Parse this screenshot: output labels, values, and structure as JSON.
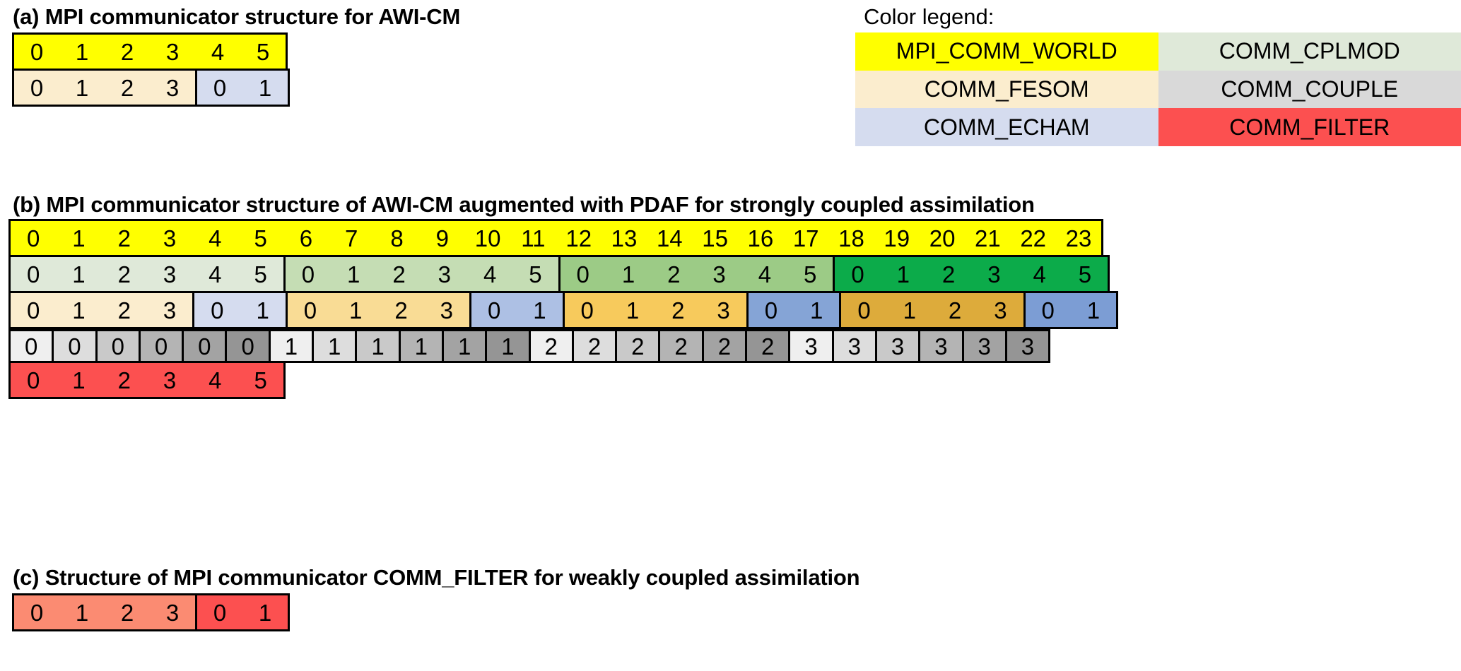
{
  "figure": {
    "panels": [
      {
        "id": "a",
        "title": "(a) MPI communicator structure for AWI-CM"
      },
      {
        "id": "b",
        "title": "(b) MPI communicator structure of AWI-CM augmented with PDAF for strongly coupled assimilation"
      },
      {
        "id": "c",
        "title": "(c) Structure of MPI communicator COMM_FILTER for weakly coupled assimilation"
      }
    ]
  },
  "legend": {
    "heading": "Color legend:",
    "entries": [
      {
        "name": "MPI_COMM_WORLD",
        "color": "#ffff00"
      },
      {
        "name": "COMM_CPLMOD",
        "color": "#dfe9d9"
      },
      {
        "name": "COMM_FESOM",
        "color": "#fbedce"
      },
      {
        "name": "COMM_COUPLE",
        "color": "#d9d9d9"
      },
      {
        "name": "COMM_ECHAM",
        "color": "#d5dcef"
      },
      {
        "name": "COMM_FILTER",
        "color": "#fc5050"
      }
    ]
  },
  "panel_a": {
    "rows": [
      {
        "communicator": "MPI_COMM_WORLD",
        "groups": [
          {
            "color": "#ffff00",
            "ranks": [
              "0",
              "1",
              "2",
              "3",
              "4",
              "5"
            ]
          }
        ]
      },
      {
        "communicator": "COMM_FESOM / COMM_ECHAM",
        "groups": [
          {
            "color": "#fbedce",
            "ranks": [
              "0",
              "1",
              "2",
              "3"
            ]
          },
          {
            "color": "#d5dcef",
            "ranks": [
              "0",
              "1"
            ]
          }
        ]
      }
    ]
  },
  "panel_b": {
    "rows": [
      {
        "communicator": "MPI_COMM_WORLD",
        "groups": [
          {
            "color": "#ffff00",
            "ranks": [
              "0",
              "1",
              "2",
              "3",
              "4",
              "5",
              "6",
              "7",
              "8",
              "9",
              "10",
              "11",
              "12",
              "13",
              "14",
              "15",
              "16",
              "17",
              "18",
              "19",
              "20",
              "21",
              "22",
              "23"
            ]
          }
        ]
      },
      {
        "communicator": "COMM_CPLMOD",
        "groups": [
          {
            "color": "#dfe9d9",
            "ranks": [
              "0",
              "1",
              "2",
              "3",
              "4",
              "5"
            ]
          },
          {
            "color": "#c5ddb4",
            "ranks": [
              "0",
              "1",
              "2",
              "3",
              "4",
              "5"
            ]
          },
          {
            "color": "#9ccb86",
            "ranks": [
              "0",
              "1",
              "2",
              "3",
              "4",
              "5"
            ]
          },
          {
            "color": "#0cab4a",
            "ranks": [
              "0",
              "1",
              "2",
              "3",
              "4",
              "5"
            ]
          }
        ]
      },
      {
        "communicator": "COMM_FESOM / COMM_ECHAM",
        "groups": [
          {
            "color": "#fbedce",
            "ranks": [
              "0",
              "1",
              "2",
              "3"
            ]
          },
          {
            "color": "#d5dcef",
            "ranks": [
              "0",
              "1"
            ]
          },
          {
            "color": "#f9dc95",
            "ranks": [
              "0",
              "1",
              "2",
              "3"
            ]
          },
          {
            "color": "#adc0e4",
            "ranks": [
              "0",
              "1"
            ]
          },
          {
            "color": "#f7ca5c",
            "ranks": [
              "0",
              "1",
              "2",
              "3"
            ]
          },
          {
            "color": "#85a4d6",
            "ranks": [
              "0",
              "1"
            ]
          },
          {
            "color": "#ddab3b",
            "ranks": [
              "0",
              "1",
              "2",
              "3"
            ]
          },
          {
            "color": "#7c9dd4",
            "ranks": [
              "0",
              "1"
            ]
          }
        ]
      },
      {
        "communicator": "COMM_COUPLE",
        "cells": [
          {
            "color": "#efefef",
            "value": "0"
          },
          {
            "color": "#dddddd",
            "value": "0"
          },
          {
            "color": "#c9c9c9",
            "value": "0"
          },
          {
            "color": "#b4b4b4",
            "value": "0"
          },
          {
            "color": "#a3a3a3",
            "value": "0"
          },
          {
            "color": "#959595",
            "value": "0"
          },
          {
            "color": "#efefef",
            "value": "1"
          },
          {
            "color": "#dddddd",
            "value": "1"
          },
          {
            "color": "#c9c9c9",
            "value": "1"
          },
          {
            "color": "#b4b4b4",
            "value": "1"
          },
          {
            "color": "#a3a3a3",
            "value": "1"
          },
          {
            "color": "#959595",
            "value": "1"
          },
          {
            "color": "#efefef",
            "value": "2"
          },
          {
            "color": "#dddddd",
            "value": "2"
          },
          {
            "color": "#c9c9c9",
            "value": "2"
          },
          {
            "color": "#b4b4b4",
            "value": "2"
          },
          {
            "color": "#a3a3a3",
            "value": "2"
          },
          {
            "color": "#959595",
            "value": "2"
          },
          {
            "color": "#efefef",
            "value": "3"
          },
          {
            "color": "#dddddd",
            "value": "3"
          },
          {
            "color": "#c9c9c9",
            "value": "3"
          },
          {
            "color": "#b4b4b4",
            "value": "3"
          },
          {
            "color": "#a3a3a3",
            "value": "3"
          },
          {
            "color": "#959595",
            "value": "3"
          }
        ]
      },
      {
        "communicator": "COMM_FILTER",
        "groups": [
          {
            "color": "#fc5050",
            "ranks": [
              "0",
              "1",
              "2",
              "3",
              "4",
              "5"
            ]
          }
        ]
      }
    ]
  },
  "panel_c": {
    "rows": [
      {
        "communicator": "COMM_FILTER",
        "groups": [
          {
            "color": "#fb8b72",
            "ranks": [
              "0",
              "1",
              "2",
              "3"
            ]
          },
          {
            "color": "#fc5050",
            "ranks": [
              "0",
              "1"
            ]
          }
        ]
      }
    ]
  }
}
